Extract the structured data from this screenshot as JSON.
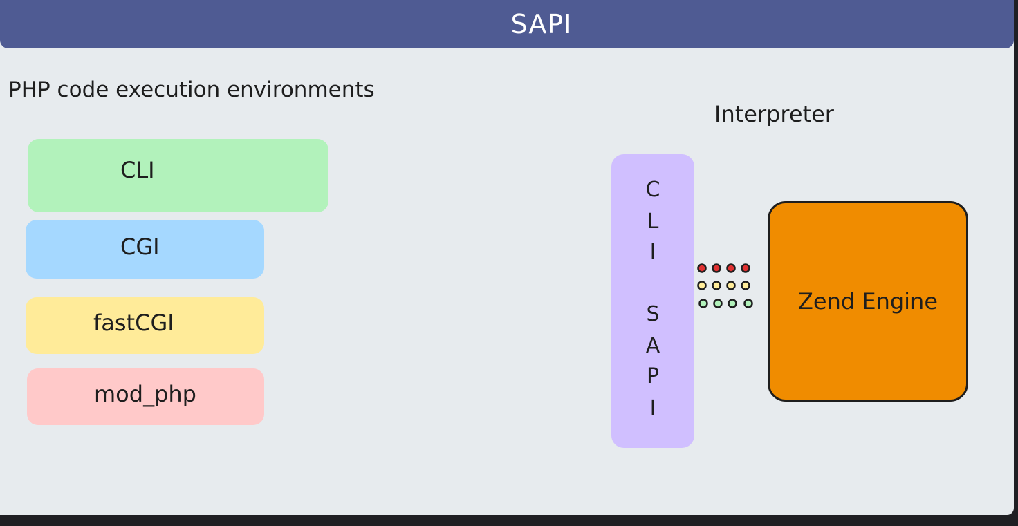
{
  "header": {
    "title": "SAPI"
  },
  "environments": {
    "title": "PHP code execution environments",
    "items": [
      "CLI",
      "CGI",
      "fastCGI",
      "mod_php"
    ]
  },
  "interpreter": {
    "title": "Interpreter",
    "sapi_letters": [
      "C",
      "L",
      "I",
      "S",
      "A",
      "P",
      "I"
    ],
    "engine_label": "Zend Engine"
  },
  "colors": {
    "header": "#4f5b93",
    "background": "#e7ebee",
    "cli": "#b2f2bb",
    "cgi": "#a5d8ff",
    "fastcgi": "#ffeb99",
    "mod_php": "#ffc9c9",
    "sapi": "#d0bfff",
    "engine": "#f08c00",
    "dots_row1": "#e03131",
    "dots_row2": "#ffec99",
    "dots_row3": "#b2f2bb"
  }
}
